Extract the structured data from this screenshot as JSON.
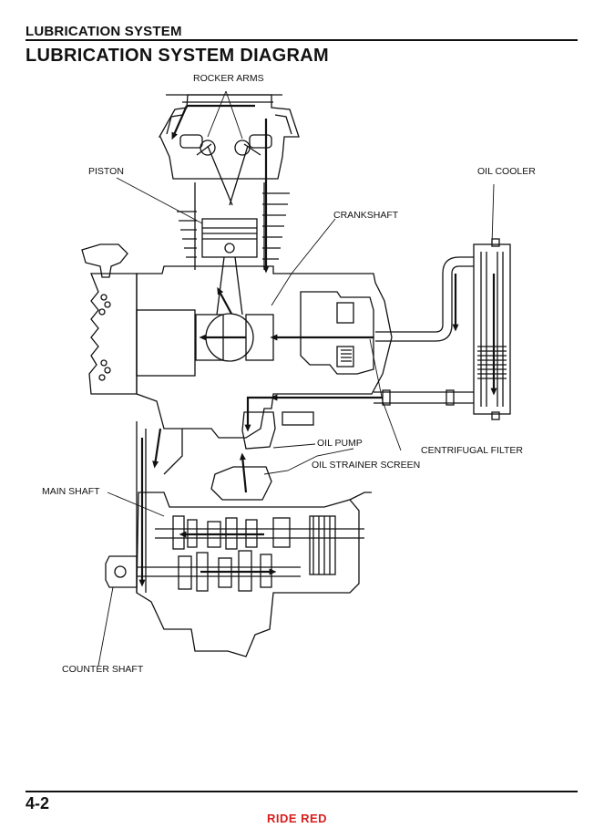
{
  "header": {
    "section": "LUBRICATION SYSTEM"
  },
  "title": "LUBRICATION SYSTEM DIAGRAM",
  "diagram": {
    "description": "",
    "labels": {
      "rocker_arms": "ROCKER ARMS",
      "piston": "PISTON",
      "oil_cooler": "OIL COOLER",
      "crankshaft": "CRANKSHAFT",
      "oil_pump": "OIL PUMP",
      "centrifugal_filter": "CENTRIFUGAL FILTER",
      "oil_strainer_screen": "OIL STRAINER SCREEN",
      "main_shaft": "MAIN SHAFT",
      "counter_shaft": "COUNTER SHAFT"
    }
  },
  "footer": {
    "page_number": "4-2",
    "brand": "RIDE RED",
    "brand_color": "#d81e1e"
  }
}
